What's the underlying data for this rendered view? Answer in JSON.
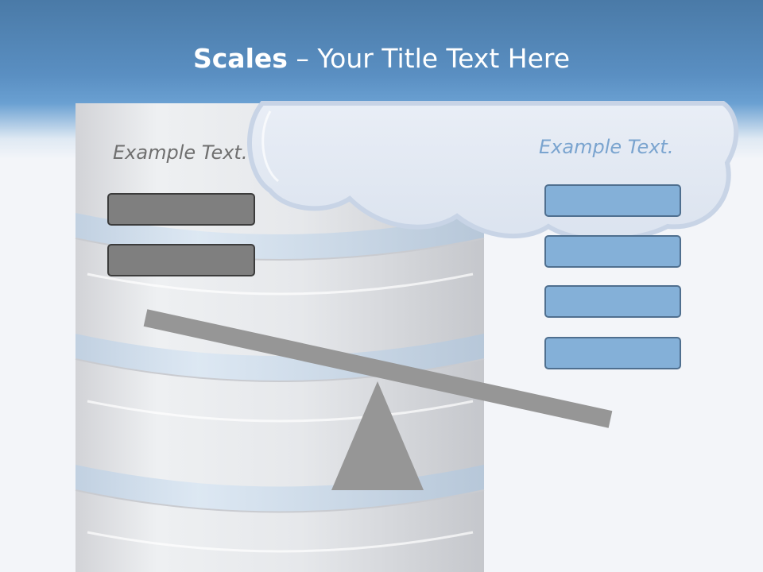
{
  "slide": {
    "title_bold": "Scales",
    "title_rest": " – Your Title Text Here",
    "left_label": "Example Text.",
    "right_label": "Example Text."
  },
  "colors": {
    "header_blue": "#5a8fc2",
    "left_box": "#7f7f7f",
    "right_box": "#84b0d8",
    "right_label": "#7aa4cf",
    "beam": "#969696"
  },
  "scale": {
    "left_weights": 2,
    "right_weights": 4,
    "heavier_side": "right"
  }
}
